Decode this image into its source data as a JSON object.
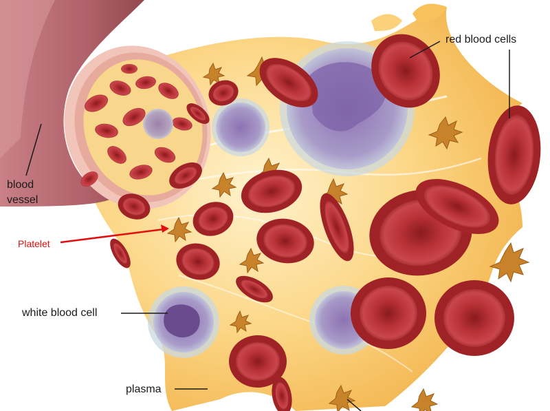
{
  "labels": {
    "blood_vessel": "blood\nvessel",
    "red_blood_cells": "red blood cells",
    "platelet": "Platelet",
    "white_blood_cell": "white blood cell",
    "plasma": "plasma"
  },
  "colors": {
    "rbc": "#b02a2f",
    "rbc_dark": "#7e1519",
    "rbc_light": "#d45659",
    "vessel": "#b86a6e",
    "vessel_light": "#e6b2b0",
    "plasma": "#f7c15c",
    "plasma_light": "#fde3a4",
    "platelet": "#c8832a",
    "wbc_membrane": "#b8cdd8",
    "wbc_cytoplasm": "#a592c4",
    "wbc_nucleus": "#6a4c8e",
    "label_text": "#1a1a1a",
    "platelet_label": "#e01010"
  }
}
